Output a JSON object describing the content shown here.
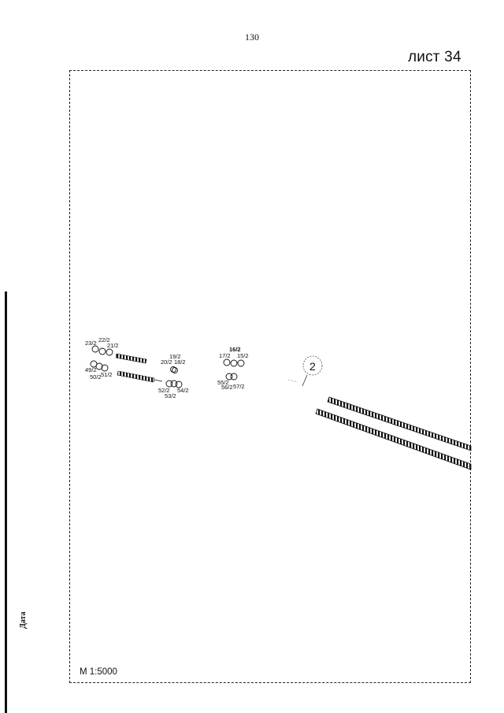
{
  "page": {
    "page_number": "130",
    "sheet_title": "лист 34",
    "scale": "М 1:5000",
    "side_label": "Дата"
  },
  "map": {
    "point_labels": {
      "p23": "23/2",
      "p22": "22/2",
      "p21": "21/2",
      "p49": "49/2",
      "p51": "51/2",
      "p50": "50/2",
      "p19": "19/2",
      "p20": "20/2",
      "p18": "18/2",
      "p52": "52/2",
      "p54": "54/2",
      "p53": "53/2",
      "p16": "16/2",
      "p17": "17/2",
      "p15": "15/2",
      "p55": "55/2",
      "p56": "56/2",
      "p57": "57/2"
    },
    "callout_label": "2"
  }
}
